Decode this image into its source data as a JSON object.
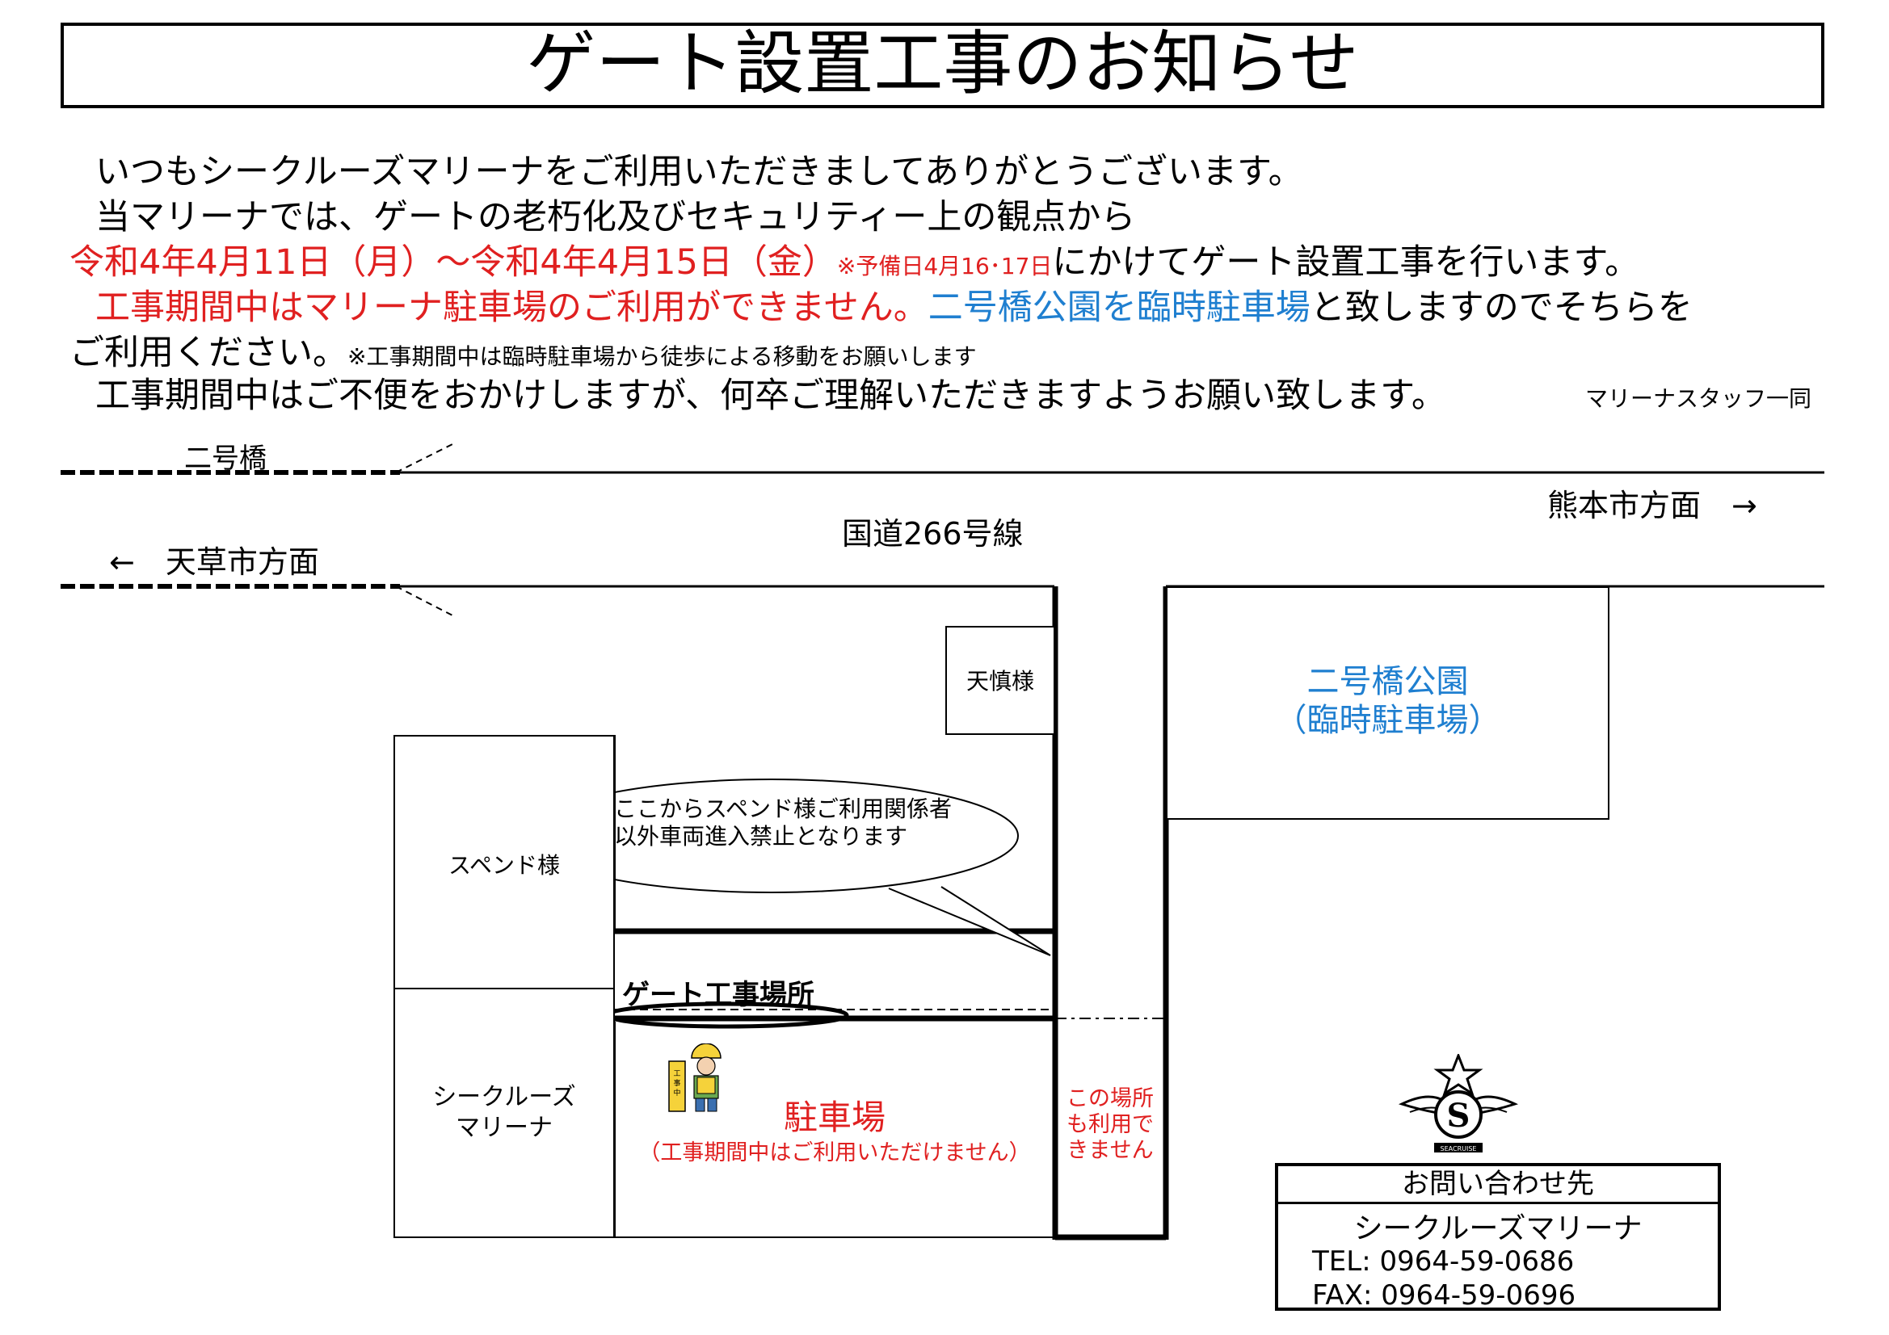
{
  "title": "ゲート設置工事のお知らせ",
  "notice": {
    "line1": "いつもシークルーズマリーナをご利用いただきましてありがとうございます。",
    "line2": "当マリーナでは、ゲートの老朽化及びセキュリティー上の観点から",
    "line3_red": "令和4年4月11日（月）～令和4年4月15日（金）",
    "line3_note": "※予備日4月16･17日",
    "line3_rest": "にかけてゲート設置工事を行います。",
    "line4_red": "工事期間中はマリーナ駐車場のご利用ができません。",
    "line4_blue": "二号橋公園を臨時駐車場",
    "line4_rest": "と致しますのでそちらを",
    "line5": "ご利用ください。",
    "line5_note": "※工事期間中は臨時駐車場から徒歩による移動をお願いします",
    "line6": "工事期間中はご不便をおかけしますが、何卒ご理解いただきますようお願い致します。",
    "signature": "マリーナスタッフ一同"
  },
  "map": {
    "bridge": "二号橋",
    "route": "国道266号線",
    "to_kumamoto": "熊本市方面　→",
    "to_amakusa": "←　天草市方面",
    "tenshin": "天慎様",
    "spend": "スペンド様",
    "callout": [
      "ここからスペンド様ご利用関係者",
      "以外車両進入禁止となります"
    ],
    "gate_site": "ゲート工事場所",
    "seacruise": [
      "シークルーズ",
      "マリーナ"
    ],
    "parking": "駐車場",
    "parking_note": "（工事期間中はご利用いただけません）",
    "no_use": [
      "この場所",
      "も利用で",
      "きません"
    ],
    "park_name": "二号橋公園",
    "park_note": "（臨時駐車場）",
    "worker_sign": "工事中"
  },
  "logo": {
    "text": "SEACRUISE"
  },
  "contact": {
    "heading": "お問い合わせ先",
    "name": "シークルーズマリーナ",
    "tel": "TEL:  0964-59-0686",
    "fax": "FAX:  0964-59-0696"
  },
  "colors": {
    "red": "#e02020",
    "blue": "#1f7fd0"
  }
}
